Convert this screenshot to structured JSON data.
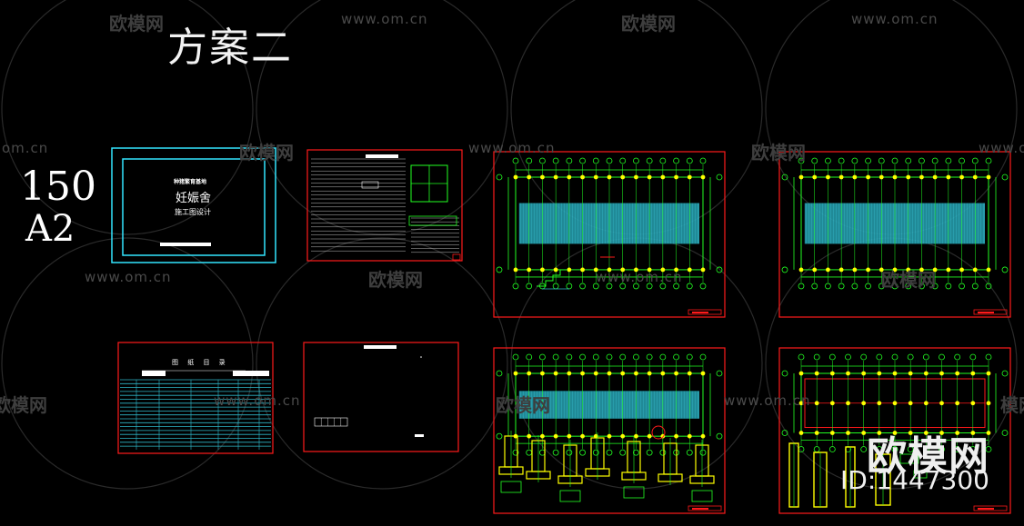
{
  "heading": {
    "scheme": "方案二",
    "scale": "150",
    "paper": "A2"
  },
  "watermark": {
    "site": "www.om.cn",
    "site_fragment": "om.cn",
    "logo": "欧模网",
    "logo_fragment": "模网"
  },
  "cover_sheet": {
    "line1": "种猪繁育基地",
    "line2": "妊娠舍",
    "line3": "施工图设计"
  },
  "drawing_index": {
    "title": "图 纸 目 录"
  },
  "brand": {
    "logo": "欧模网",
    "id": "ID:1447300"
  },
  "colors": {
    "background": "#000000",
    "frame_red": "#ff1a1a",
    "frame_cyan": "#33e6ff",
    "line_green": "#22ff22",
    "column_yellow": "#ffff00",
    "hatch_cyan": "#2fb7c9",
    "watermark_gray": "#4a4a4a"
  }
}
